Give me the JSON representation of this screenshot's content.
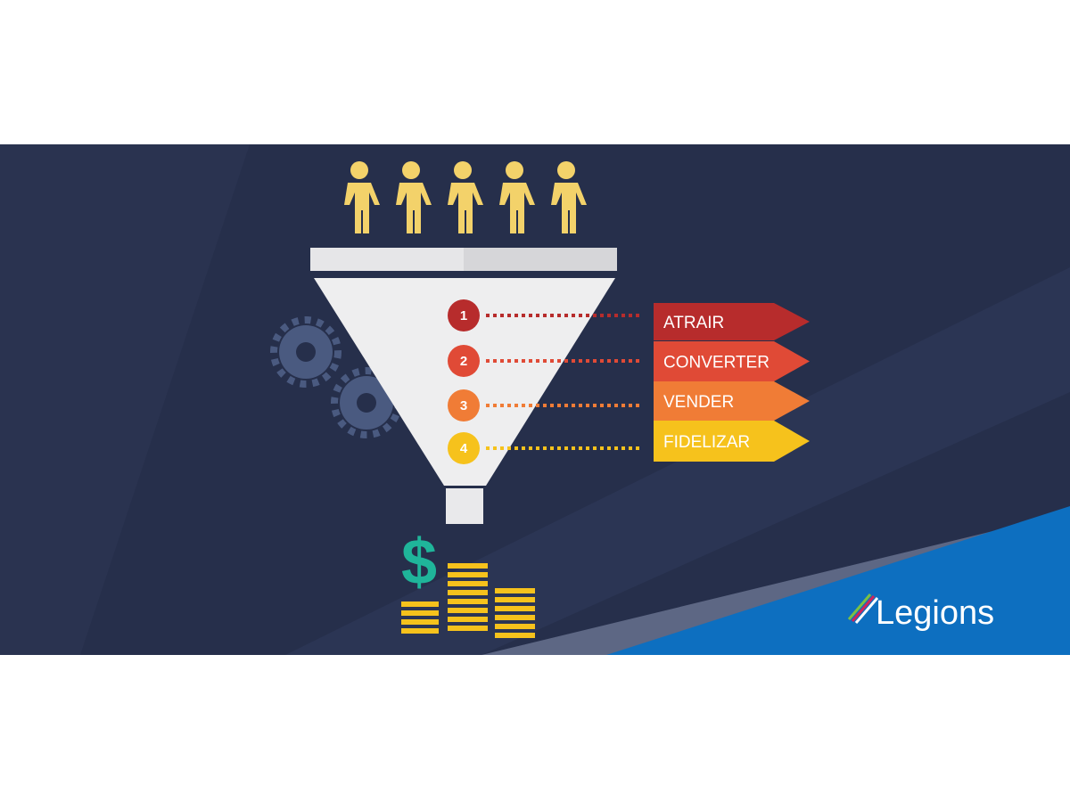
{
  "banner": {
    "stages": [
      {
        "number": "1",
        "label": "ATRAIR",
        "color": "#b72c2c"
      },
      {
        "number": "2",
        "label": "CONVERTER",
        "color": "#e04a36"
      },
      {
        "number": "3",
        "label": "VENDER",
        "color": "#f07c36"
      },
      {
        "number": "4",
        "label": "FIDELIZAR",
        "color": "#f6c21c"
      }
    ],
    "dollar_sign": "$",
    "logo_text": "Legions",
    "colors": {
      "background": "#262f4b",
      "accent_blue": "#0d6fc0",
      "people": "#f3d26a",
      "money_green": "#1fb59a",
      "coins": "#f6c21c"
    }
  }
}
